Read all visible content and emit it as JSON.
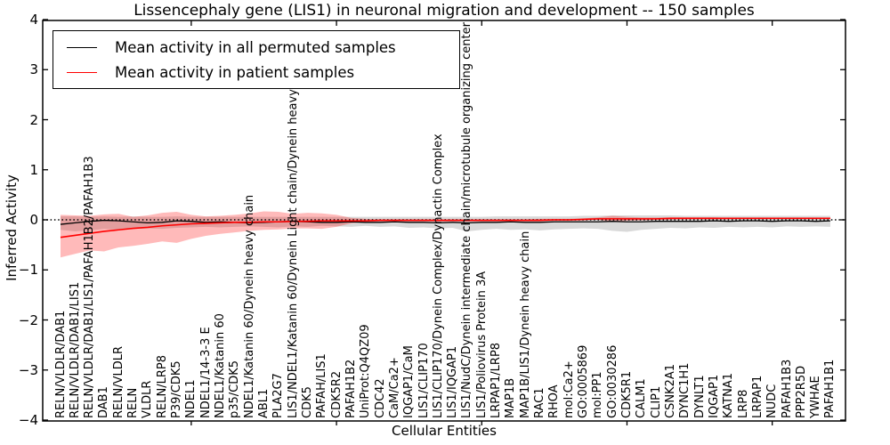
{
  "figure": {
    "title": "Lissencephaly gene (LIS1) in neuronal migration and development -- 150 samples",
    "xlabel": "Cellular Entities",
    "ylabel": "Inferred Activity"
  },
  "legend": {
    "items": [
      {
        "label": "Mean activity in all permuted samples",
        "color": "#000000"
      },
      {
        "label": "Mean activity in patient samples",
        "color": "#ff0000"
      }
    ]
  },
  "chart_data": {
    "type": "line",
    "title": "Lissencephaly gene (LIS1) in neuronal migration and development -- 150 samples",
    "xlabel": "Cellular Entities",
    "ylabel": "Inferred Activity",
    "ylim": [
      -4,
      4
    ],
    "yticklabels": [
      "4",
      "3",
      "2",
      "1",
      "0",
      "−1",
      "−2",
      "−3",
      "−4"
    ],
    "ytick_values": [
      4,
      3,
      2,
      1,
      0,
      -1,
      -2,
      -3,
      -4
    ],
    "xtick_major_indices": [
      9,
      19,
      29,
      39,
      49
    ],
    "grid": false,
    "legend_position": "upper left",
    "zero_reference_line": {
      "y": 0,
      "style": "dotted",
      "color": "#000000"
    },
    "categories": [
      "RELN/VLDLR/DAB1",
      "RELN/VLDLR/DAB1/LIS1",
      "RELN/VLDLR/DAB1/LIS1/PAFAH1B2/PAFAH1B3",
      "DAB1",
      "RELN/VLDLR",
      "RELN",
      "VLDLR",
      "RELN/LRP8",
      "P39/CDK5",
      "NDEL1",
      "NDEL1/14-3-3 E",
      "NDEL1/Katanin 60",
      "p35/CDK5",
      "NDEL1/Katanin 60/Dynein heavy chain",
      "ABL1",
      "PLA2G7",
      "LIS1/NDEL1/Katanin 60/Dynein Light chain/Dynein heavy chain",
      "CDK5",
      "PAFAH/LIS1",
      "CDK5R2",
      "PAFAH1B2",
      "UniProt:Q4QZ09",
      "CDC42",
      "CaM/Ca2+",
      "IQGAP1/CaM",
      "LIS1/CLIP170",
      "LIS1/CLIP170/Dynein Complex/Dynactin Complex",
      "LIS1/IQGAP1",
      "LIS1/NudC/Dynein intermediate chain/microtubule organizing center",
      "LIS1/Poliovirus Protein 3A",
      "LRPAP1/LRP8",
      "MAP1B",
      "MAP1B/LIS1/Dynein heavy chain",
      "RAC1",
      "RHOA",
      "mol:Ca2+",
      "GO:0005869",
      "mol:PP1",
      "GO:0030286",
      "CDK5R1",
      "CALM1",
      "CLIP1",
      "CSNK2A1",
      "DYNC1H1",
      "DYNLT1",
      "IQGAP1",
      "KATNA1",
      "LRP8",
      "LRPAP1",
      "NUDC",
      "PAFAH1B3",
      "PPP2R5D",
      "YWHAE",
      "PAFAH1B1"
    ],
    "series": [
      {
        "name": "Mean activity in all permuted samples",
        "color": "#000000",
        "values": [
          -0.09,
          -0.06,
          -0.03,
          -0.01,
          -0.02,
          -0.04,
          -0.06,
          -0.05,
          -0.02,
          -0.03,
          -0.05,
          -0.04,
          -0.05,
          -0.06,
          -0.05,
          -0.04,
          -0.03,
          -0.04,
          -0.05,
          -0.05,
          -0.04,
          -0.05,
          -0.05,
          -0.04,
          -0.05,
          -0.05,
          -0.06,
          -0.05,
          -0.06,
          -0.05,
          -0.05,
          -0.04,
          -0.05,
          -0.05,
          -0.04,
          -0.04,
          -0.04,
          -0.04,
          -0.03,
          -0.04,
          -0.04,
          -0.03,
          -0.03,
          -0.03,
          -0.03,
          -0.02,
          -0.03,
          -0.02,
          -0.02,
          -0.03,
          -0.02,
          -0.02,
          -0.03,
          -0.02
        ]
      },
      {
        "name": "Mean activity in patient samples",
        "color": "#ff0000",
        "values": [
          -0.35,
          -0.31,
          -0.27,
          -0.23,
          -0.2,
          -0.17,
          -0.15,
          -0.12,
          -0.1,
          -0.08,
          -0.07,
          -0.06,
          -0.05,
          -0.05,
          -0.04,
          -0.04,
          -0.03,
          -0.03,
          -0.02,
          -0.02,
          -0.02,
          -0.02,
          -0.01,
          -0.01,
          -0.01,
          -0.01,
          -0.01,
          -0.01,
          -0.01,
          -0.01,
          -0.01,
          -0.01,
          -0.01,
          -0.01,
          0.0,
          0.0,
          0.01,
          0.02,
          0.02,
          0.02,
          0.02,
          0.02,
          0.03,
          0.03,
          0.03,
          0.03,
          0.03,
          0.03,
          0.03,
          0.03,
          0.03,
          0.03,
          0.03,
          0.03
        ]
      }
    ],
    "bands": [
      {
        "name": "permuted-samples-band",
        "fill": "rgba(120,120,120,0.28)",
        "upper": [
          0.07,
          0.07,
          0.06,
          0.07,
          0.06,
          0.07,
          0.06,
          0.06,
          0.07,
          0.06,
          0.06,
          0.06,
          0.06,
          0.06,
          0.06,
          0.06,
          0.06,
          0.06,
          0.06,
          0.06,
          0.06,
          0.06,
          0.06,
          0.06,
          0.06,
          0.06,
          0.06,
          0.06,
          0.06,
          0.06,
          0.07,
          0.07,
          0.07,
          0.07,
          0.07,
          0.07,
          0.08,
          0.08,
          0.09,
          0.09,
          0.09,
          0.09,
          0.09,
          0.08,
          0.08,
          0.08,
          0.08,
          0.08,
          0.08,
          0.08,
          0.08,
          0.08,
          0.08,
          0.08
        ],
        "lower": [
          -0.2,
          -0.23,
          -0.21,
          -0.18,
          -0.2,
          -0.18,
          -0.17,
          -0.18,
          -0.16,
          -0.15,
          -0.14,
          -0.15,
          -0.14,
          -0.13,
          -0.14,
          -0.15,
          -0.13,
          -0.14,
          -0.12,
          -0.13,
          -0.14,
          -0.12,
          -0.14,
          -0.13,
          -0.16,
          -0.15,
          -0.17,
          -0.16,
          -0.23,
          -0.2,
          -0.18,
          -0.2,
          -0.19,
          -0.21,
          -0.19,
          -0.18,
          -0.17,
          -0.18,
          -0.22,
          -0.24,
          -0.2,
          -0.18,
          -0.16,
          -0.17,
          -0.15,
          -0.16,
          -0.14,
          -0.15,
          -0.14,
          -0.15,
          -0.13,
          -0.14,
          -0.13,
          -0.14
        ]
      },
      {
        "name": "patient-samples-band",
        "fill": "rgba(255,0,0,0.27)",
        "upper": [
          0.1,
          0.09,
          0.08,
          0.11,
          0.12,
          0.06,
          0.09,
          0.14,
          0.16,
          0.1,
          0.07,
          0.08,
          0.1,
          0.13,
          0.17,
          0.16,
          0.12,
          0.14,
          0.13,
          0.1,
          0.04,
          0.02,
          0.01,
          0.01,
          0.01,
          0.01,
          0.01,
          0.01,
          0.01,
          0.01,
          0.01,
          0.01,
          0.01,
          0.02,
          0.02,
          0.02,
          0.03,
          0.05,
          0.08,
          0.06,
          0.05,
          0.05,
          0.05,
          0.05,
          0.05,
          0.05,
          0.04,
          0.04,
          0.04,
          0.04,
          0.04,
          0.04,
          0.04,
          0.04
        ],
        "lower": [
          -0.75,
          -0.68,
          -0.61,
          -0.63,
          -0.55,
          -0.52,
          -0.48,
          -0.43,
          -0.46,
          -0.38,
          -0.32,
          -0.28,
          -0.25,
          -0.22,
          -0.2,
          -0.19,
          -0.17,
          -0.17,
          -0.18,
          -0.14,
          -0.07,
          -0.04,
          -0.03,
          -0.03,
          -0.03,
          -0.03,
          -0.03,
          -0.03,
          -0.03,
          -0.03,
          -0.03,
          -0.03,
          -0.03,
          -0.03,
          -0.02,
          -0.02,
          -0.01,
          0.0,
          -0.04,
          -0.02,
          -0.01,
          0.0,
          0.0,
          0.01,
          0.01,
          0.01,
          0.01,
          0.02,
          0.02,
          0.02,
          0.02,
          0.02,
          0.02,
          0.02
        ]
      }
    ]
  }
}
